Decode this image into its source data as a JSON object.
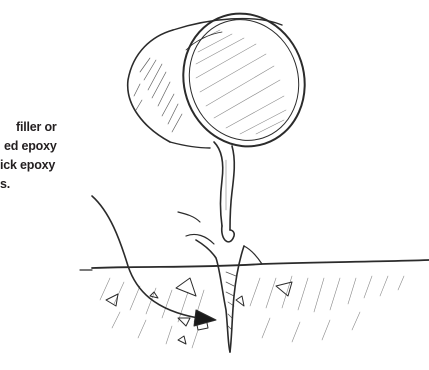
{
  "caption": {
    "lines": [
      "filler or",
      "ed epoxy",
      "ick epoxy",
      "s."
    ]
  },
  "illustration": {
    "subject": "bucket pouring epoxy into a crack in concrete",
    "ink_color": "#2b2b2b"
  }
}
